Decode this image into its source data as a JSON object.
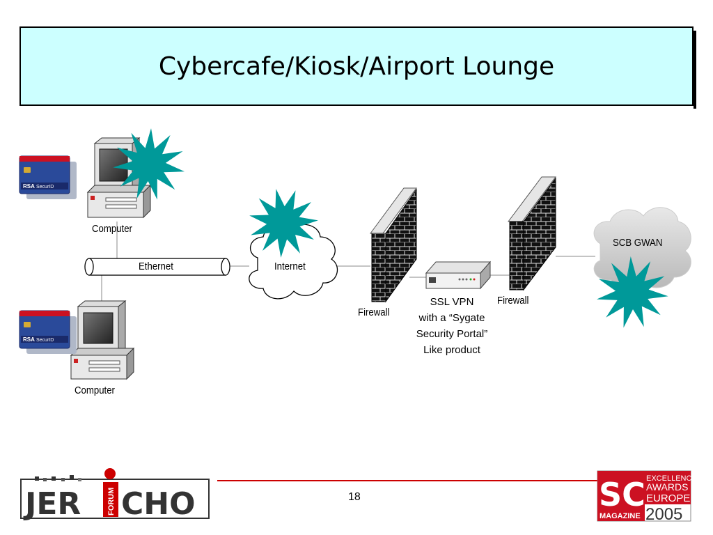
{
  "slide": {
    "title": "Cybercafe/Kiosk/Airport Lounge",
    "page_number": "18"
  },
  "diagram": {
    "computer_top_label": "Computer",
    "computer_bottom_label": "Computer",
    "ethernet_label": "Ethernet",
    "internet_label": "Internet",
    "firewall_left_label": "Firewall",
    "firewall_right_label": "Firewall",
    "vpn_label_lines": [
      "SSL VPN",
      "with a “Sygate",
      "Security Portal”",
      "Like product"
    ],
    "gwan_label": "SCB GWAN",
    "token_brand": "RSA",
    "token_product": "SecurID"
  },
  "logos": {
    "jericho_left": "JER",
    "jericho_right": "CHO",
    "jericho_forum": "FORUM",
    "sc_big": "SC",
    "sc_magazine": "MAGAZINE",
    "sc_lines": [
      "EXCELLENCE",
      "AWARDS",
      "EUROPE"
    ],
    "sc_year": "2005"
  },
  "colors": {
    "title_bg": "#ccffff",
    "starburst": "#009999",
    "accent_red": "#cc0000",
    "token_blue": "#2a4a9a"
  }
}
